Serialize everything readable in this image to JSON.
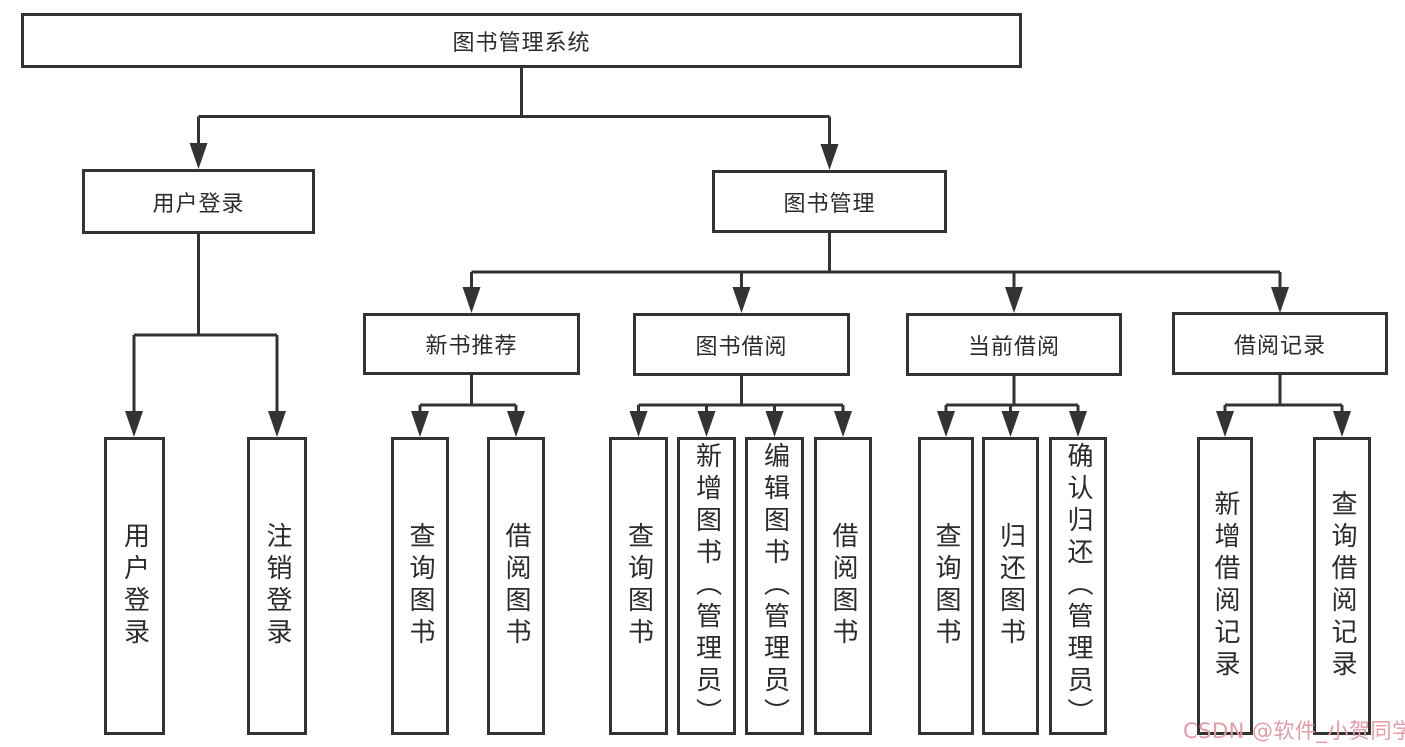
{
  "page": {
    "background_color": "#ffffff",
    "line_color": "#333333"
  },
  "diagram": {
    "root": {
      "label": "图书管理系统"
    },
    "user_login": {
      "label": "用户登录",
      "children": [
        {
          "label": "用户登录"
        },
        {
          "label": "注销登录"
        }
      ]
    },
    "book_mgmt": {
      "label": "图书管理",
      "children": [
        {
          "label": "新书推荐",
          "children": [
            {
              "label": "查询图书"
            },
            {
              "label": "借阅图书"
            }
          ]
        },
        {
          "label": "图书借阅",
          "children": [
            {
              "label": "查询图书"
            },
            {
              "label": "新增图书（管理员）"
            },
            {
              "label": "编辑图书（管理员）"
            },
            {
              "label": "借阅图书"
            }
          ]
        },
        {
          "label": "当前借阅",
          "children": [
            {
              "label": "查询图书"
            },
            {
              "label": "归还图书"
            },
            {
              "label": "确认归还（管理员）"
            }
          ]
        },
        {
          "label": "借阅记录",
          "children": [
            {
              "label": "新增借阅记录"
            },
            {
              "label": "查询借阅记录"
            }
          ]
        }
      ]
    }
  },
  "watermark": {
    "text": "CSDN @软件_小贺同学",
    "color": "#e79aa5"
  }
}
